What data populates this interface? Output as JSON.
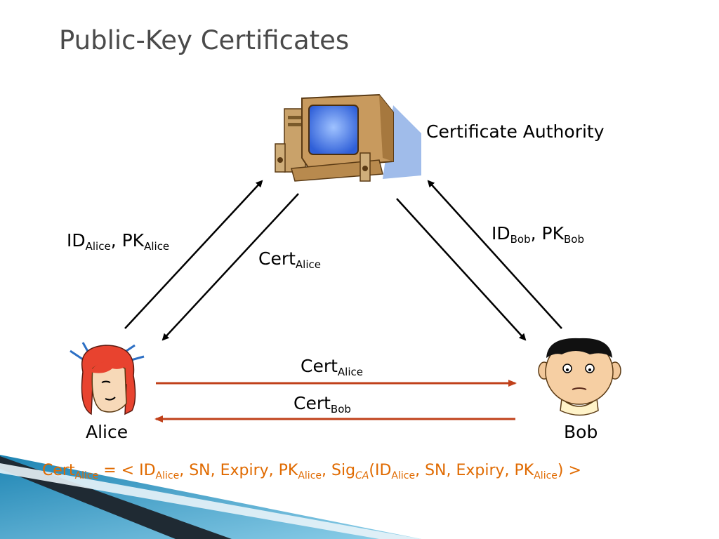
{
  "slide": {
    "title": "Public-Key Certificates"
  },
  "ca": {
    "label": "Certificate Authority"
  },
  "alice": {
    "name": "Alice",
    "to_ca": {
      "id": "ID",
      "id_sub": "Alice",
      "sep": ", ",
      "pk": "PK",
      "pk_sub": "Alice"
    },
    "from_ca": {
      "cert": "Cert",
      "cert_sub": "Alice"
    }
  },
  "bob": {
    "name": "Bob",
    "to_ca": {
      "id": "ID",
      "id_sub": "Bob",
      "sep": ", ",
      "pk": "PK",
      "pk_sub": "Bob"
    }
  },
  "exchange": {
    "alice_to_bob": {
      "cert": "Cert",
      "cert_sub": "Alice"
    },
    "bob_to_alice": {
      "cert": "Cert",
      "cert_sub": "Bob"
    }
  },
  "formula": {
    "cert": "Cert",
    "cert_sub": "Alice",
    "eq": " = < ID",
    "id_sub": "Alice",
    "mid": ", SN, Expiry, PK",
    "pk_sub": "Alice",
    "sig_pre": ", Sig",
    "sig_sub": "CA",
    "open": "(ID",
    "id2_sub": "Alice",
    "mid2": ", SN, Expiry, PK",
    "pk2_sub": "Alice",
    "close": ") >"
  },
  "colors": {
    "exchange_arrow": "#c0401a",
    "formula_text": "#e06a00",
    "title_text": "#4a4a4a",
    "corner_dark": "#1f2a33",
    "corner_blue": "#4aa8cf"
  }
}
